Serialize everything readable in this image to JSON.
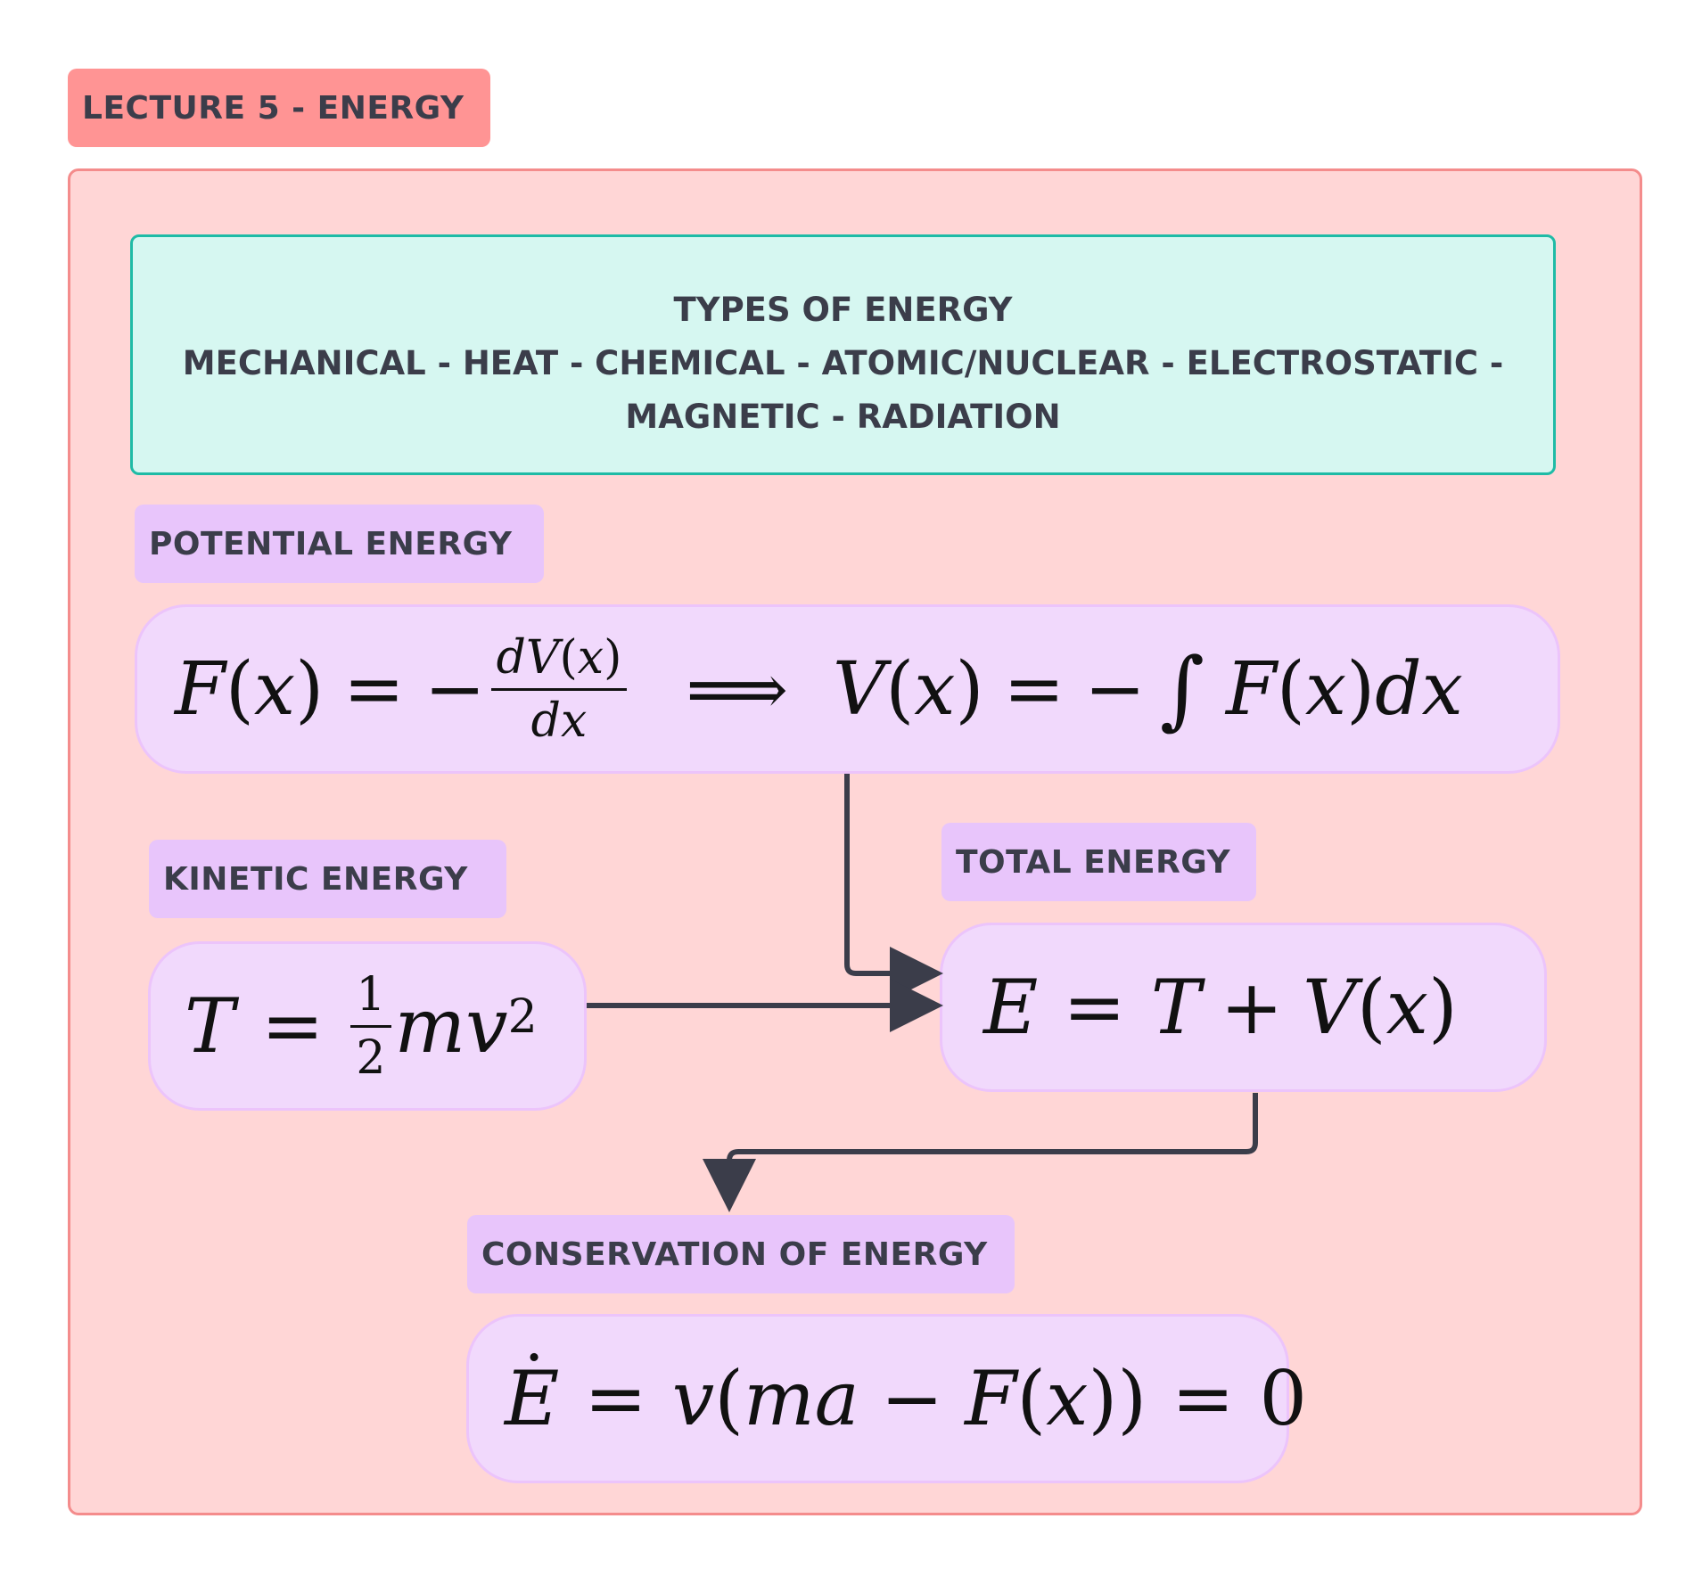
{
  "title": "LECTURE 5 - ENERGY",
  "types": {
    "heading": "TYPES OF ENERGY",
    "line1": "MECHANICAL - HEAT - CHEMICAL - ATOMIC/NUCLEAR - ELECTROSTATIC -",
    "line2": "MAGNETIC - RADIATION"
  },
  "sections": {
    "potential": "POTENTIAL ENERGY",
    "kinetic": "KINETIC ENERGY",
    "total": "TOTAL ENERGY",
    "conservation": "CONSERVATION OF ENERGY"
  },
  "colors": {
    "title_bg": "#ff9494",
    "frame_bg": "#ffd6d6",
    "types_bg": "#d6f7f1",
    "label_bg": "#e8c5fb",
    "equation_bg": "#f1d9fc",
    "arrow": "#3b3d4a"
  }
}
